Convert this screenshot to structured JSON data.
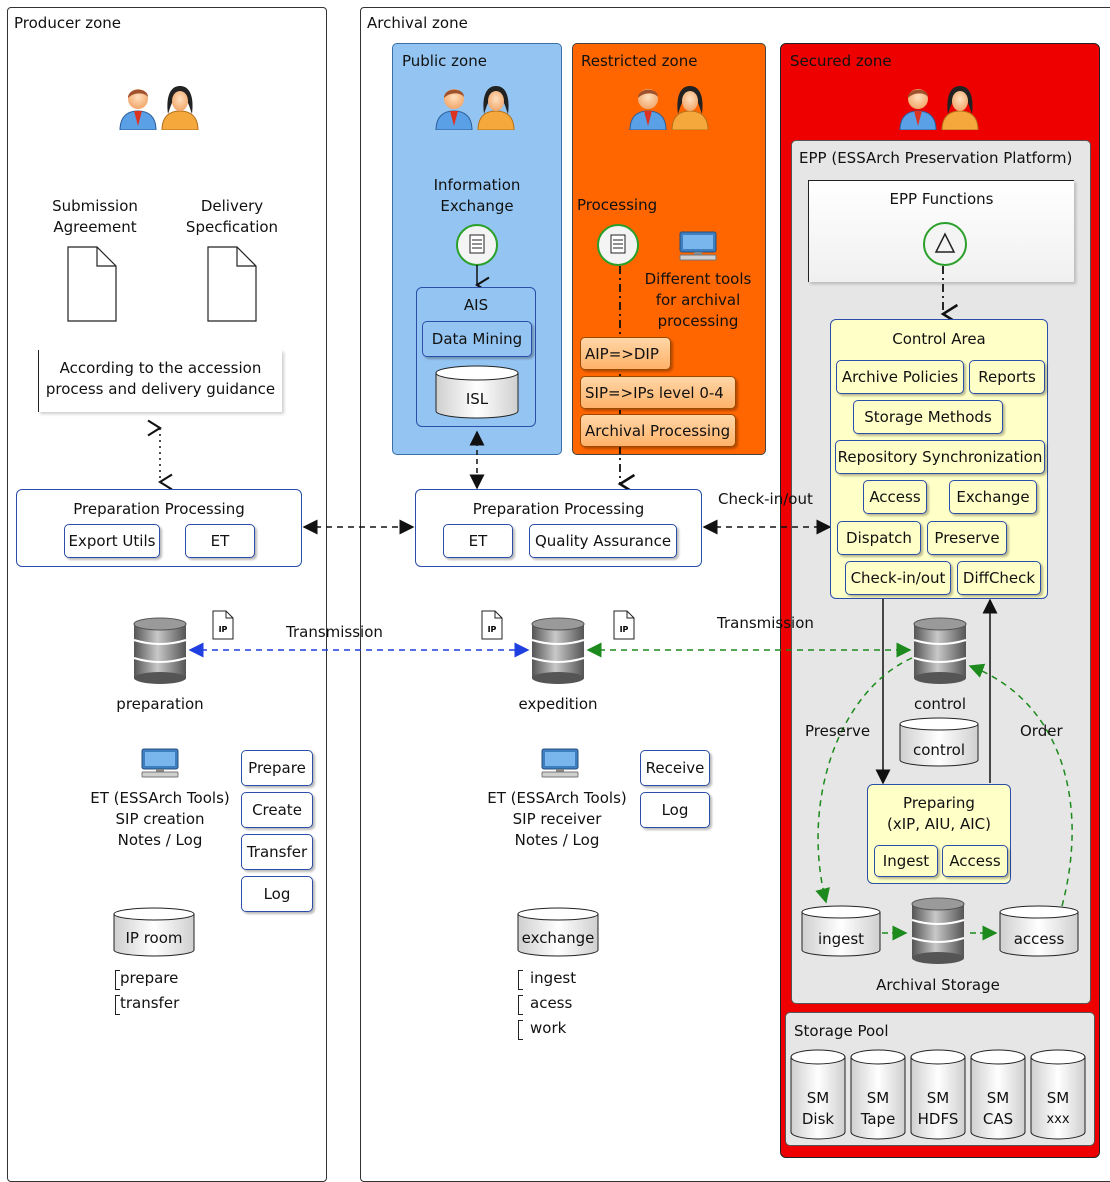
{
  "zones": {
    "producer": "Producer zone",
    "archival": "Archival zone",
    "public": "Public zone",
    "restricted": "Restricted zone",
    "secured": "Secured zone"
  },
  "producer": {
    "submission": [
      "Submission",
      "Agreement"
    ],
    "delivery": [
      "Delivery",
      "Specfication"
    ],
    "note": [
      "According to the accession",
      "process and delivery guidance"
    ],
    "prep_title": "Preparation Processing",
    "prep_buttons": [
      "Export Utils",
      "ET"
    ],
    "db_label": "preparation",
    "et_text": [
      "ET (ESSArch Tools)",
      "SIP creation",
      "Notes / Log"
    ],
    "actions": [
      "Prepare",
      "Create",
      "Transfer",
      "Log"
    ],
    "room": "IP room",
    "room_items": [
      "prepare",
      "transfer"
    ]
  },
  "public": {
    "info": [
      "Information",
      "Exchange"
    ],
    "ais": "AIS",
    "data_mining": "Data Mining",
    "isl": "ISL"
  },
  "restricted": {
    "processing": "Processing",
    "tools": [
      "Different tools",
      "for archival",
      "processing"
    ],
    "items": [
      "AIP=>DIP",
      "SIP=>IPs level 0-4",
      "Archival Processing"
    ]
  },
  "archival": {
    "prep_title": "Preparation Processing",
    "prep_buttons": [
      "ET",
      "Quality Assurance"
    ],
    "db_label": "expedition",
    "et_text": [
      "ET (ESSArch Tools)",
      "SIP receiver",
      "Notes / Log"
    ],
    "actions": [
      "Receive",
      "Log"
    ],
    "room": "exchange",
    "room_items": [
      "ingest",
      "acess",
      "work"
    ],
    "transmission_left": "Transmission",
    "transmission_right": "Transmission",
    "checkin": "Check-in/out",
    "ip_badge": "IP"
  },
  "epp": {
    "title": "EPP (ESSArch Preservation Platform)",
    "functions": "EPP Functions",
    "control_area": "Control Area",
    "buttons": [
      "Archive Policies",
      "Reports",
      "Storage Methods",
      "Repository Synchronization",
      "Access",
      "Exchange",
      "Dispatch",
      "Preserve",
      "Check-in/out",
      "DiffCheck"
    ],
    "control_db": "control",
    "control_db2": "control",
    "preserve": "Preserve",
    "order": "Order",
    "preparing": [
      "Preparing",
      "(xIP, AIU, AIC)"
    ],
    "preparing_buttons": [
      "Ingest",
      "Access"
    ],
    "ingest_db": "ingest",
    "access_db": "access",
    "archival_storage": "Archival Storage",
    "storage_pool": "Storage Pool",
    "sm": [
      [
        "SM",
        "Disk"
      ],
      [
        "SM",
        "Tape"
      ],
      [
        "SM",
        "HDFS"
      ],
      [
        "SM",
        "CAS"
      ],
      [
        "SM",
        "xxx"
      ]
    ]
  },
  "colors": {
    "public": "#94c5f2",
    "restricted": "#ff6600",
    "secured": "#ee0000",
    "panel": "#e6e6e6",
    "control": "#ffffc8",
    "blue_line": "#1f3fe0",
    "green_line": "#1c8a1c"
  }
}
